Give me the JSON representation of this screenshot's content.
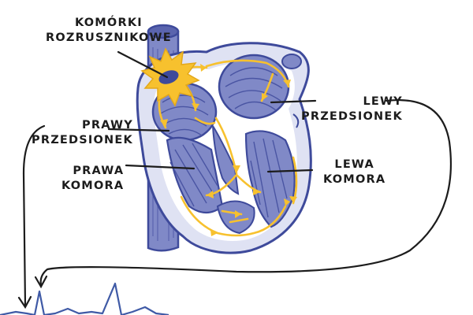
{
  "labels": {
    "pacemaker": [
      "KOMÓRKI",
      "ROZRUSZNIKOWE"
    ],
    "right_atrium": [
      "PRAWY",
      "PRZEDSIONEK"
    ],
    "left_atrium": [
      "LEWY",
      "PRZEDSIONEK"
    ],
    "right_ventricle": [
      "PRAWA",
      "KOMORA"
    ],
    "left_ventricle": [
      "LEWA",
      "KOMORA"
    ]
  },
  "colors": {
    "muscle": "#8089c7",
    "outline": "#3e4a9b",
    "signal": "#f7c12e",
    "ink": "#1c1c1c",
    "ecg": "#3f5aa6"
  }
}
